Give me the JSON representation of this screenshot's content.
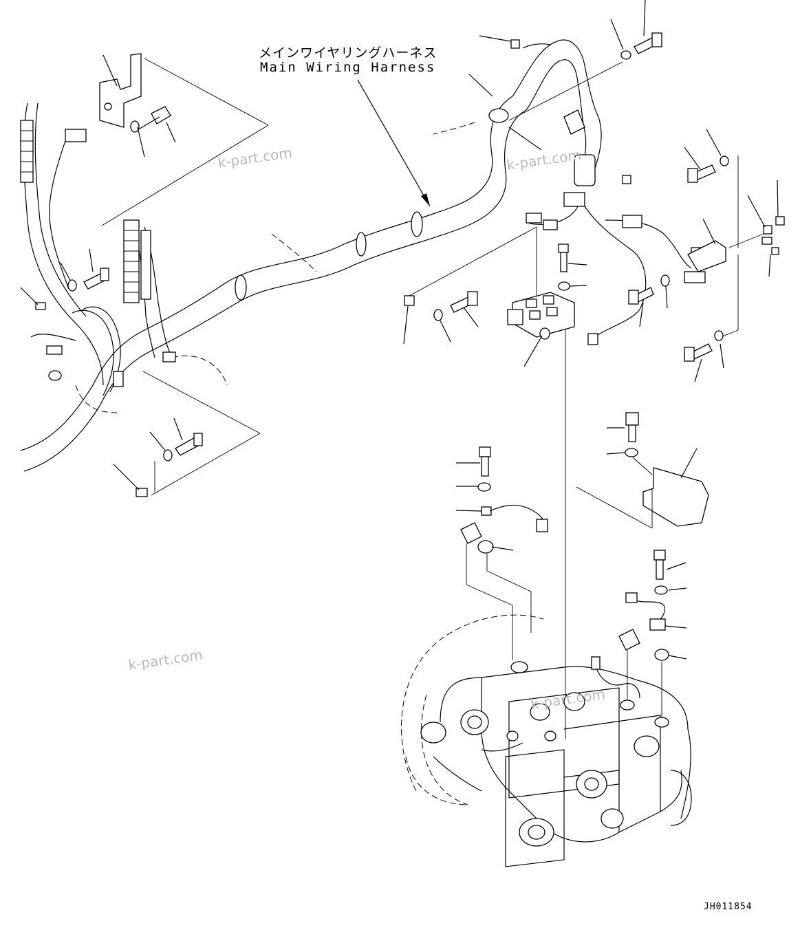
{
  "diagram": {
    "title_jp": "メインワイヤリングハーネス",
    "title_en": "Main Wiring Harness",
    "drawing_code": "JH011854",
    "watermarks": [
      "k-part.com",
      "k-part.com",
      "k-part.com",
      "k-part.com"
    ]
  },
  "colors": {
    "line": "#000000",
    "watermark": "#b9b9b9",
    "background": "#ffffff"
  }
}
